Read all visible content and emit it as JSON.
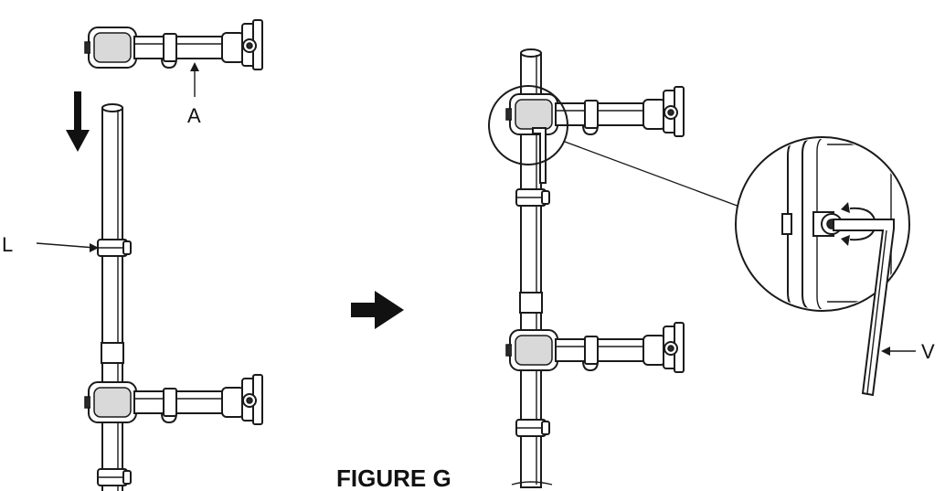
{
  "labels": {
    "arm": "A",
    "collar": "L",
    "wrench": "V"
  },
  "caption": "FIGURE G"
}
